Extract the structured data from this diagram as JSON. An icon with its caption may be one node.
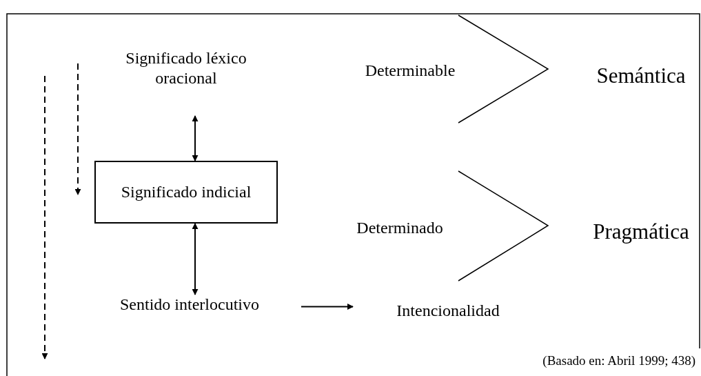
{
  "diagram": {
    "caption": "(Basado en: Abril 1999; 438)",
    "nodes": [
      {
        "text": [
          "Significado léxico oracional"
        ]
      },
      {
        "text": [
          "Significado indicial"
        ]
      },
      {
        "text": [
          "Sentido interlocutivo"
        ]
      },
      {
        "text": [
          "Intencionalidad"
        ]
      },
      {
        "text": [
          "Determinable"
        ]
      },
      {
        "text": [
          "Semántica"
        ]
      },
      {
        "text": [
          "Determinado"
        ]
      },
      {
        "text": [
          "Pragmática"
        ]
      }
    ],
    "edges": [
      {
        "from": 0,
        "to": 1,
        "arrow": "both"
      },
      {
        "from": 1,
        "to": 2,
        "arrow": "both"
      },
      {
        "from": 2,
        "to": 3,
        "arrow": "to"
      }
    ]
  }
}
